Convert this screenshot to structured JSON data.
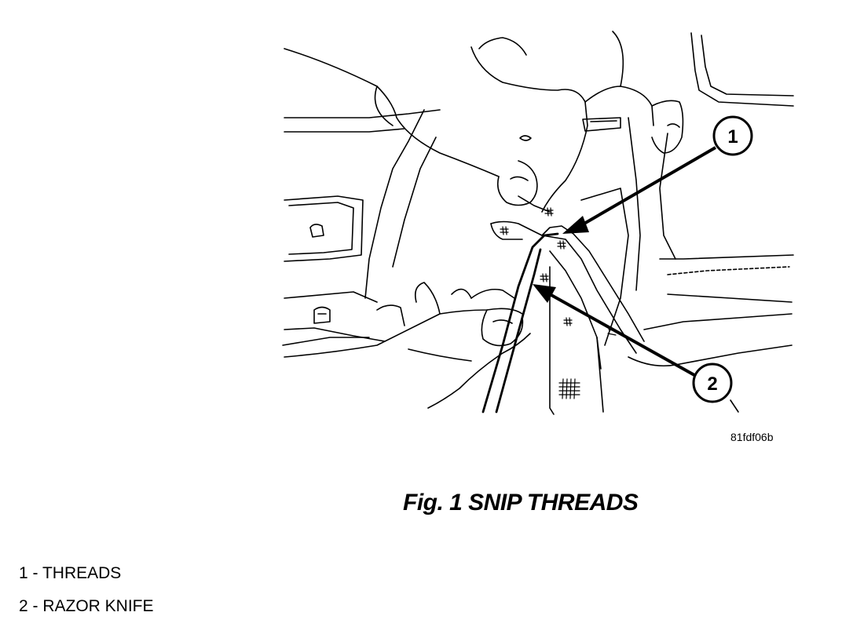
{
  "figure": {
    "code": "81fdf06b",
    "title": "Fig. 1 SNIP THREADS"
  },
  "callouts": [
    {
      "number": "1"
    },
    {
      "number": "2"
    }
  ],
  "legend": [
    {
      "text": "1 - THREADS"
    },
    {
      "text": "2 - RAZOR KNIFE"
    }
  ]
}
